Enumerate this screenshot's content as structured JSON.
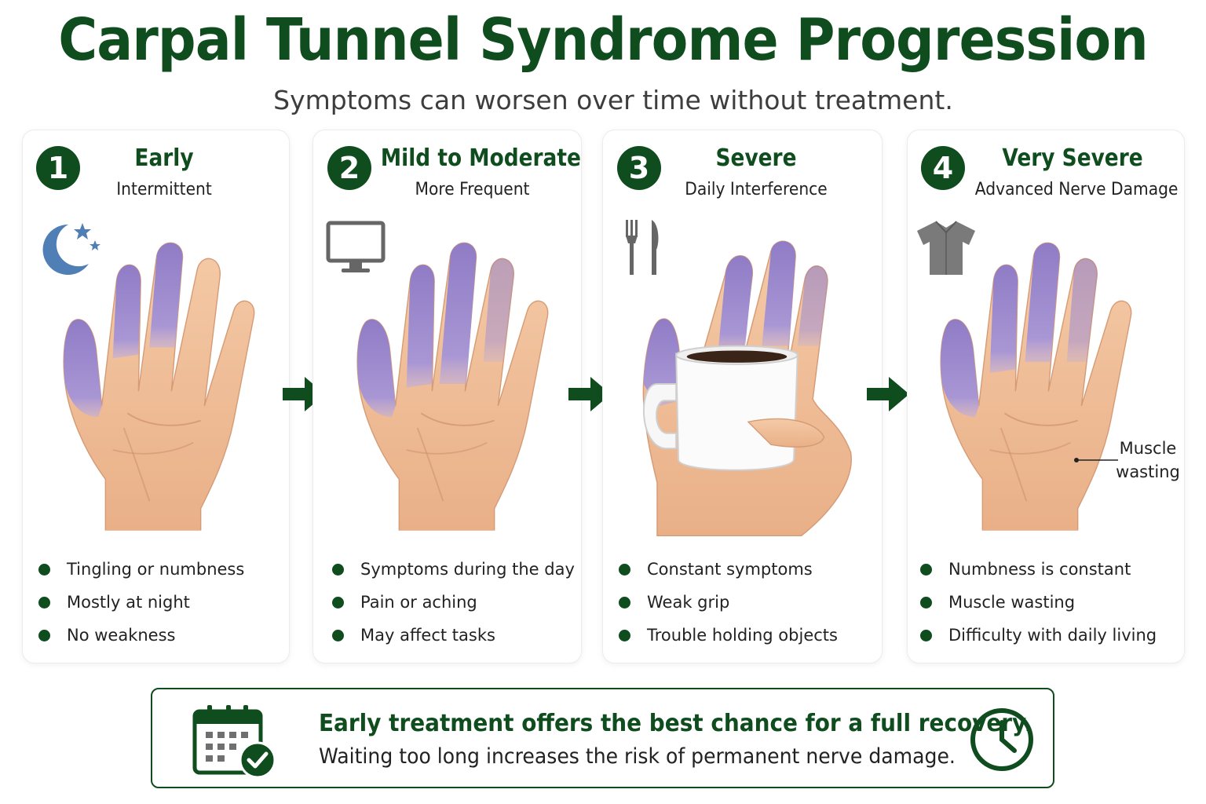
{
  "header": {
    "title": "Carpal Tunnel Syndrome Progression",
    "subtitle": "Symptoms can worsen over time without treatment."
  },
  "stages": [
    {
      "number": "1",
      "title": "Early",
      "subtitle": "Intermittent",
      "icon": "moon-stars-icon",
      "bullets": [
        "Tingling or numbness",
        "Mostly at night",
        "No weakness"
      ]
    },
    {
      "number": "2",
      "title": "Mild to Moderate",
      "subtitle": "More Frequent",
      "icon": "monitor-icon",
      "bullets": [
        "Symptoms during the day",
        "Pain or aching",
        "May affect tasks"
      ]
    },
    {
      "number": "3",
      "title": "Severe",
      "subtitle": "Daily Interference",
      "icon": "fork-knife-icon",
      "bullets": [
        "Constant symptoms",
        "Weak grip",
        "Trouble holding objects"
      ]
    },
    {
      "number": "4",
      "title": "Very Severe",
      "subtitle": "Advanced Nerve Damage",
      "icon": "shirt-icon",
      "bullets": [
        "Numbness is constant",
        "Muscle wasting",
        "Difficulty with daily living"
      ],
      "annotation_line1": "Muscle",
      "annotation_line2": "wasting"
    }
  ],
  "footer": {
    "main": "Early treatment offers the best chance for a full recovery.",
    "sub": "Waiting too long increases the risk of permanent nerve damage."
  },
  "colors": {
    "brand_green": "#0f4d1e",
    "numb_purple": "#9a86cc",
    "skin": "#f2c49f"
  }
}
